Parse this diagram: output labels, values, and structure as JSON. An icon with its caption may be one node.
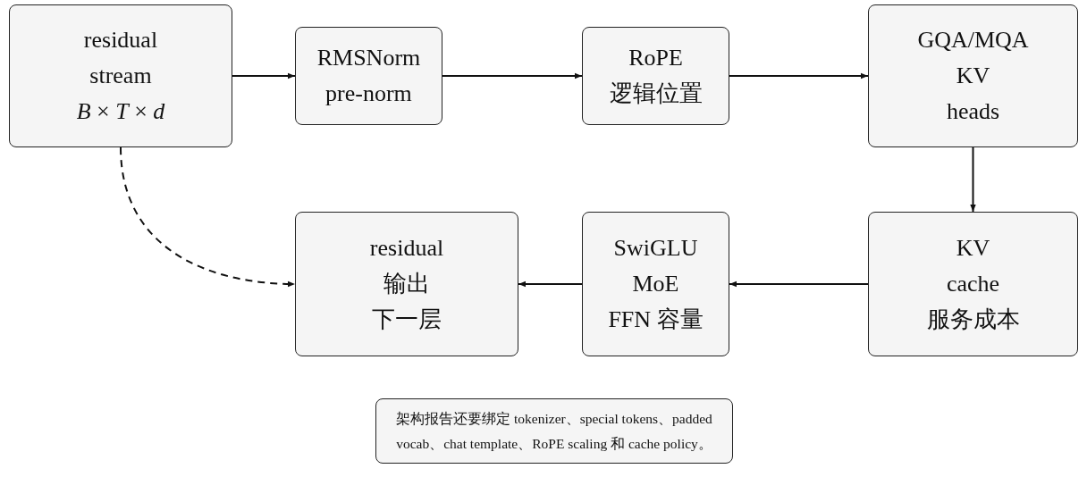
{
  "diagram": {
    "nodes": [
      {
        "text": [
          "residual stream *B* × *T* × *d*"
        ]
      },
      {
        "text": [
          "RMSNorm pre-norm"
        ]
      },
      {
        "text": [
          "RoPE 逻辑位置"
        ]
      },
      {
        "text": [
          "GQA/MQA KV heads"
        ]
      },
      {
        "text": [
          "KV cache 服务成本"
        ]
      },
      {
        "text": [
          "SwiGLU MoE FFN 容量"
        ]
      },
      {
        "text": [
          "residual 输出下一层"
        ]
      },
      {
        "text": [
          "架构报告还要绑定 tokenizer、special tokens、padded vocab、chat template、RoPE scaling 和 cache policy。"
        ]
      }
    ],
    "edges": [
      {
        "from": 0,
        "to": 1,
        "arrow": "to"
      },
      {
        "from": 1,
        "to": 2,
        "arrow": "to"
      },
      {
        "from": 2,
        "to": 3,
        "arrow": "to"
      },
      {
        "from": 3,
        "to": 4,
        "arrow": "to"
      },
      {
        "from": 4,
        "to": 5,
        "arrow": "to"
      },
      {
        "from": 5,
        "to": 6,
        "arrow": "to"
      },
      {
        "from": 0,
        "to": 6,
        "arrow": "to",
        "style": "dashed"
      }
    ]
  }
}
